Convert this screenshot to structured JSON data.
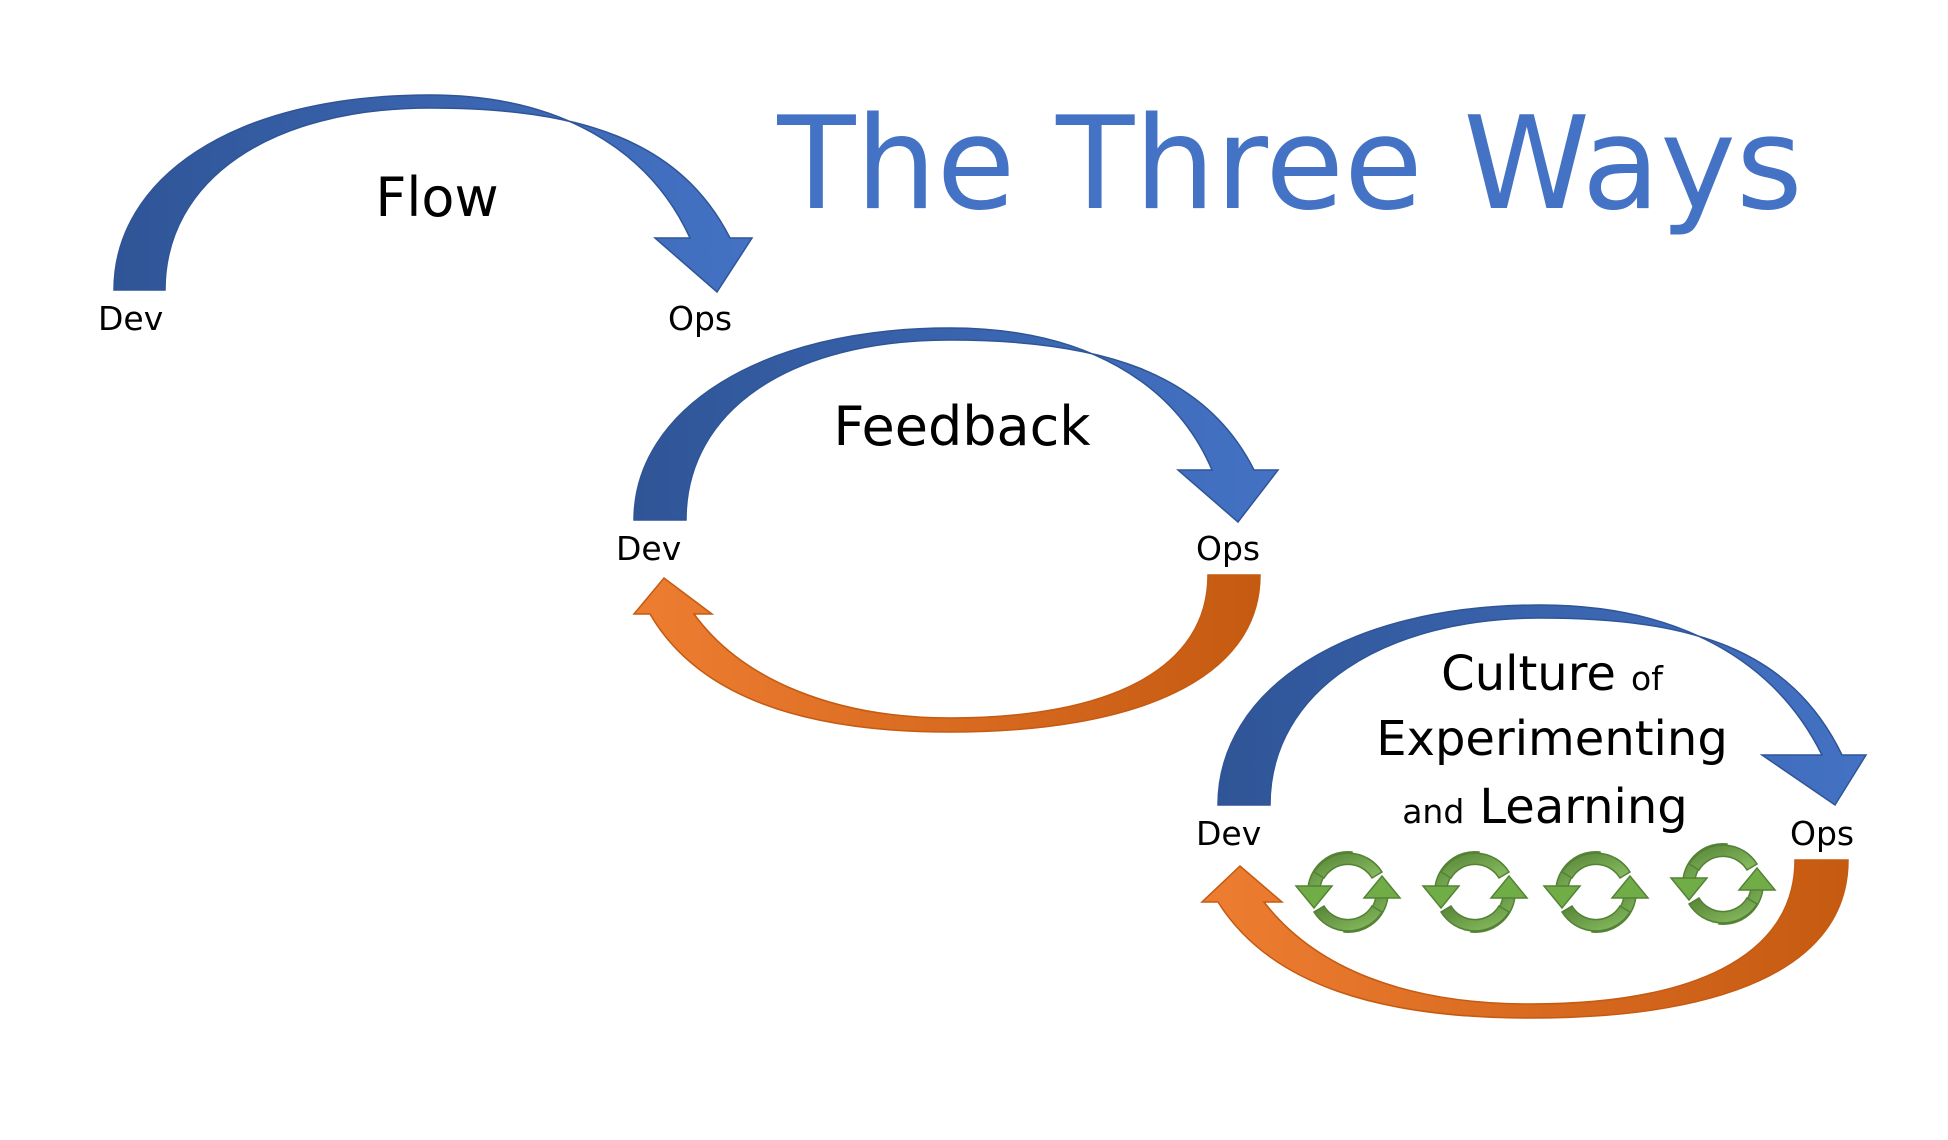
{
  "title": "The Three Ways",
  "colors": {
    "title": "#4472c4",
    "flow_arrow_start": "#2f5597",
    "flow_arrow_end": "#4472c4",
    "feedback_arrow_start": "#c55a11",
    "feedback_arrow_end": "#ed7d31",
    "cycle_icon": "#70ad47",
    "cycle_icon_dark": "#548235"
  },
  "ways": [
    {
      "label": "Flow",
      "dev": "Dev",
      "ops": "Ops"
    },
    {
      "label": "Feedback",
      "dev": "Dev",
      "ops": "Ops"
    },
    {
      "label_parts": [
        "Culture",
        "of",
        "Experimenting",
        "and",
        "Learning"
      ],
      "dev": "Dev",
      "ops": "Ops",
      "cycle_icon": "refresh-cycle-icon",
      "cycle_count": 4
    }
  ]
}
